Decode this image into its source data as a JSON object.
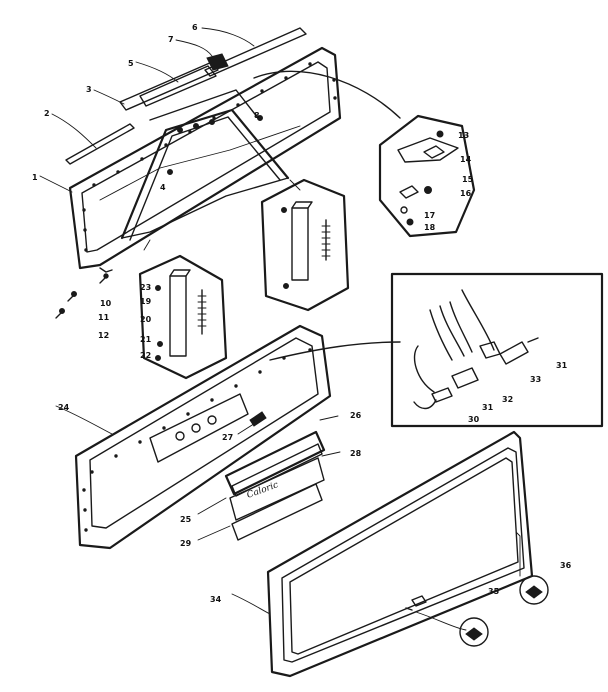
{
  "diagram": {
    "part_labels": {
      "p1": "1",
      "p2": "2",
      "p3": "3",
      "p4": "4",
      "p5": "5",
      "p6": "6",
      "p7": "7",
      "p8": "8",
      "p10": "10",
      "p11": "11",
      "p12": "12",
      "p13": "13",
      "p14": "14",
      "p15": "15",
      "p16": "16",
      "p17": "17",
      "p18": "18",
      "p19": "19",
      "p20": "20",
      "p21": "21",
      "p22": "22",
      "p23": "23",
      "p24": "24",
      "p25": "25",
      "p26": "26",
      "p27": "27",
      "p28": "28",
      "p29": "29",
      "p30": "30",
      "p31a": "31",
      "p31b": "31",
      "p32": "32",
      "p33": "33",
      "p34": "34",
      "p35": "35",
      "p36": "36"
    },
    "nameplate_text": "Caloric"
  },
  "colors": {
    "ink": "#1a1a1a",
    "paper": "#ffffff"
  }
}
